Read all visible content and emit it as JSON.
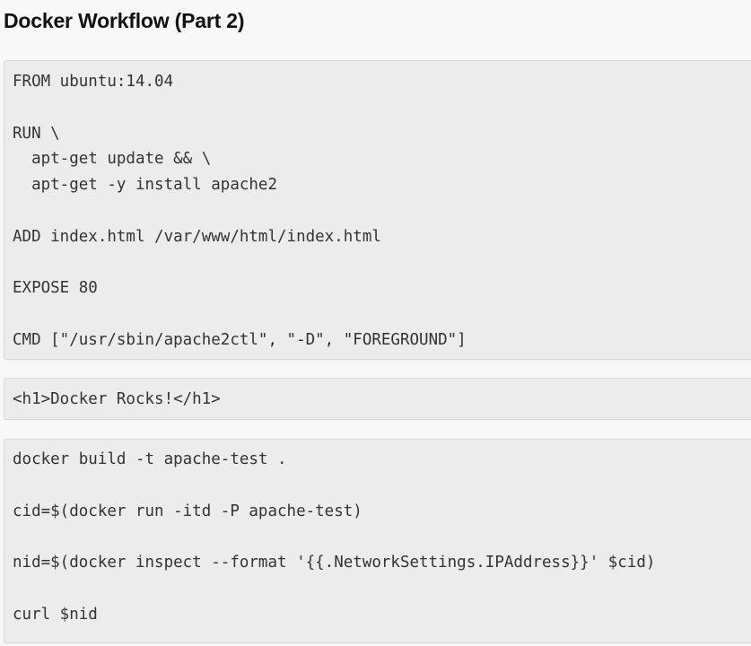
{
  "title": "Docker Workflow (Part 2)",
  "code_blocks": [
    {
      "lines": [
        "FROM ubuntu:14.04",
        "",
        "RUN \\",
        "  apt-get update && \\",
        "  apt-get -y install apache2",
        "",
        "ADD index.html /var/www/html/index.html",
        "",
        "EXPOSE 80",
        "",
        "CMD [\"/usr/sbin/apache2ctl\", \"-D\", \"FOREGROUND\"]"
      ]
    },
    {
      "lines": [
        "<h1>Docker Rocks!</h1>"
      ]
    },
    {
      "lines": [
        "docker build -t apache-test .",
        "",
        "cid=$(docker run -itd -P apache-test)",
        "",
        "nid=$(docker inspect --format '{{.NetworkSettings.IPAddress}}' $cid)",
        "",
        "curl $nid"
      ]
    }
  ]
}
